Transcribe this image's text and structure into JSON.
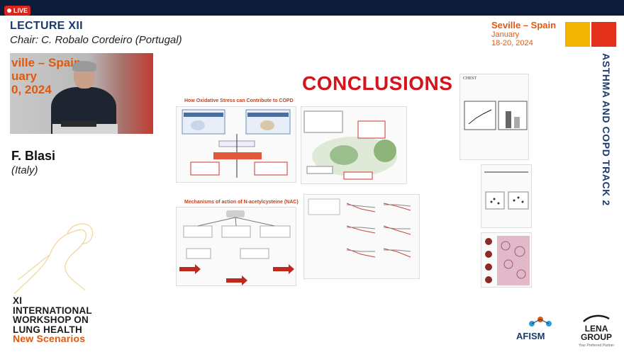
{
  "live_badge": {
    "label": "LIVE"
  },
  "lecture": {
    "title": "LECTURE XII",
    "chair": "Chair: C. Robalo Cordeiro (Portugal)"
  },
  "event": {
    "venue": "Seville – Spain",
    "month": "January",
    "dates": "18-20, 2024"
  },
  "speaker": {
    "name": "F. Blasi",
    "country": "(Italy)"
  },
  "video_backdrop": {
    "line1": "ville – Spain",
    "line2": "uary",
    "line3": "0, 2024"
  },
  "workshop": {
    "line1": "XI",
    "line2": "INTERNATIONAL",
    "line3": "WORKSHOP ON",
    "line4": "LUNG HEALTH",
    "line5": "New Scenarios"
  },
  "track": {
    "label": "ASTHMA AND COPD   TRACK 2"
  },
  "slide": {
    "heading": "CONCLUSIONS",
    "panel1_title": "How Oxidative Stress can Contribute to COPD",
    "panel2_title": "Mechanisms of action of N-acetylcysteine (NAC)",
    "panel3_title": "CHEST"
  },
  "logos": {
    "afism": "AFISM",
    "lena": "LENA",
    "lena2": "GROUP",
    "lena_tag": "Your Preferred Partner"
  },
  "colors": {
    "navy": "#1b3a6b",
    "orange": "#e2580d",
    "red": "#d4141c",
    "yellow": "#f2b400"
  }
}
